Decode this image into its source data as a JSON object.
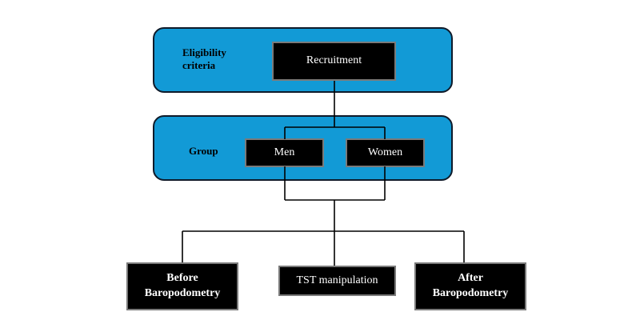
{
  "panels": {
    "eligibility": {
      "label": "Eligibility\ncriteria",
      "node": "Recruitment"
    },
    "group": {
      "label": "Group",
      "nodes": [
        "Men",
        "Women"
      ]
    }
  },
  "outcomes": {
    "before": "Before\nBaropodometry",
    "manipulation": "TST manipulation",
    "after": "After\nBaropodometry"
  },
  "colors": {
    "panel_fill": "#129ad6",
    "panel_border": "#0f1b2a",
    "node_fill": "#000000",
    "node_text": "#ffffff",
    "connector": "#000000"
  }
}
